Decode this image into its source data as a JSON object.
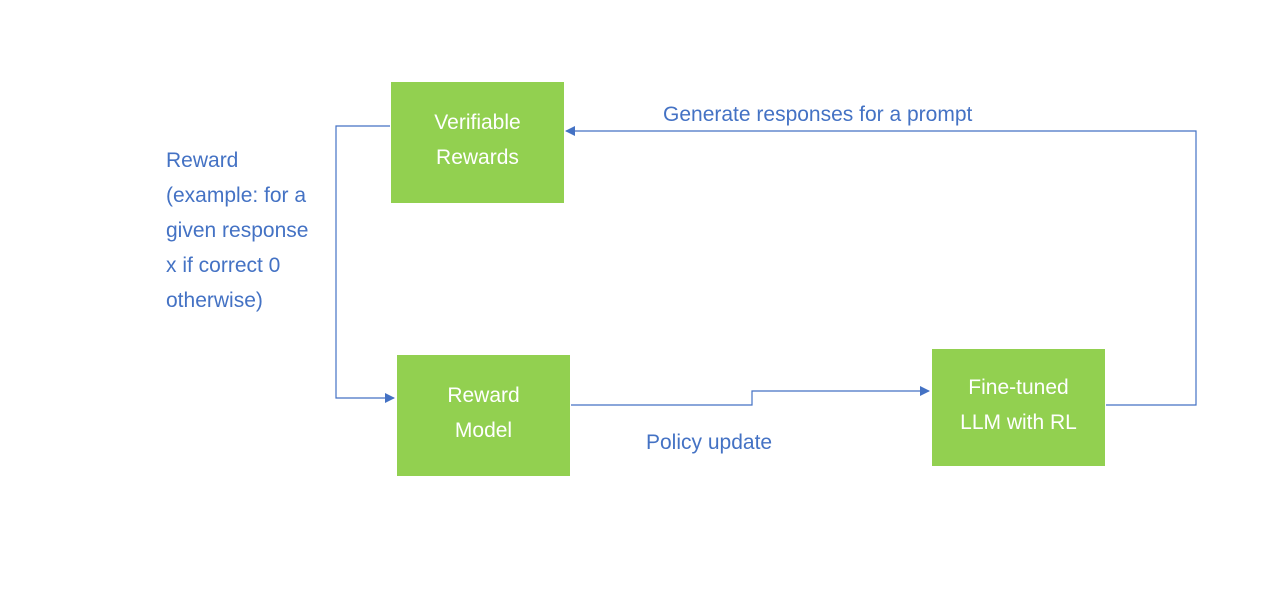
{
  "colors": {
    "node_fill": "#92d050",
    "arrow": "#4472c4",
    "label_text": "#4472c4",
    "node_text": "#ffffff"
  },
  "nodes": {
    "verifiable_rewards": {
      "line1": "Verifiable",
      "line2": "Rewards"
    },
    "reward_model": {
      "line1": "Reward",
      "line2": "Model"
    },
    "finetuned_llm": {
      "line1": "Fine-tuned",
      "line2": "LLM with RL"
    }
  },
  "edges": {
    "generate": {
      "label": "Generate responses for a prompt"
    },
    "policy": {
      "label": "Policy update"
    },
    "reward": {
      "lines": [
        "Reward",
        "(example: for a",
        "given response",
        "x if correct 0",
        "otherwise)"
      ]
    }
  }
}
